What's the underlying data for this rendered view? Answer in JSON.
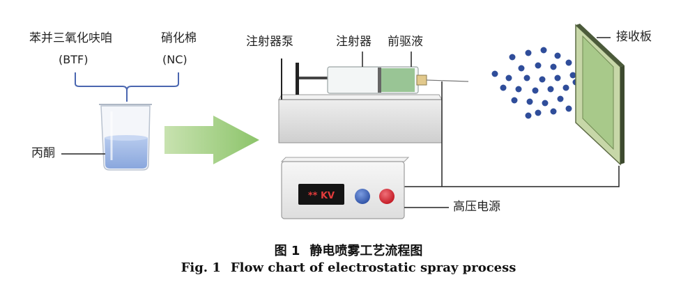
{
  "labels": {
    "btf_name": "苯并三氧化呋咱",
    "btf_abbr": "(BTF)",
    "nc_name": "硝化棉",
    "nc_abbr": "(NC)",
    "acetone": "丙酮",
    "syringe_pump": "注射器泵",
    "syringe": "注射器",
    "precursor": "前驱液",
    "receiver": "接收板",
    "power_supply": "高压电源",
    "display": "** KV"
  },
  "caption": {
    "cn_number": "图 1",
    "cn_title": "静电喷雾工艺流程图",
    "en_number": "Fig. 1",
    "en_title": "Flow chart of electrostatic spray process"
  },
  "colors": {
    "bracket": "#4a66b0",
    "liquid": "#9fb8e6",
    "arrow": "#9ccc79",
    "pump_box": "#d9d9d9",
    "precursor": "#8fc08b",
    "droplets": "#2f4d9a",
    "receiver_face": "#a8c98a",
    "knob_blue": "#3c62b5",
    "knob_red": "#d21f2a",
    "display_text": "#e23b3b"
  }
}
